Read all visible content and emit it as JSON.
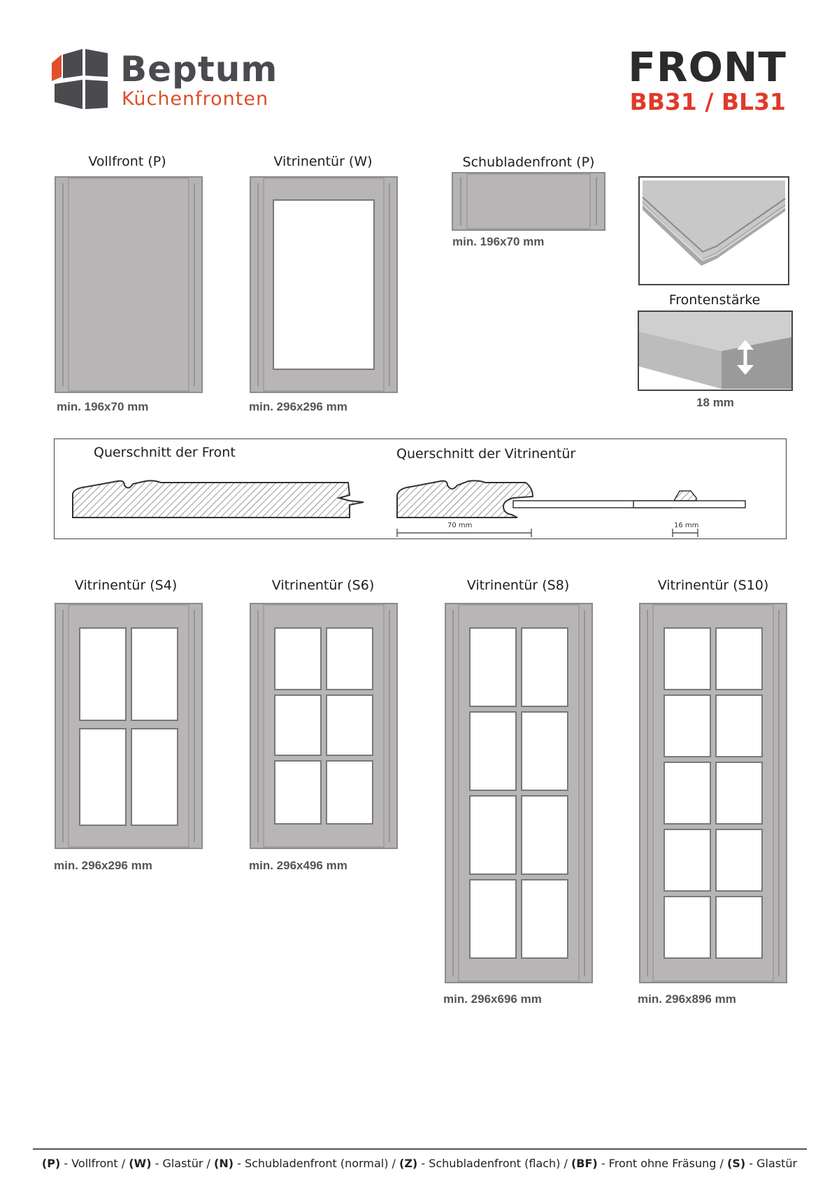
{
  "brand": {
    "name": "Beptum",
    "subtitle": "Küchenfronten"
  },
  "header": {
    "title": "FRONT",
    "model": "BB31 / BL31"
  },
  "fronts_top": [
    {
      "title": "Vollfront (P)",
      "dimension": "min. 196x70 mm"
    },
    {
      "title": "Vitrinentür (W)",
      "dimension": "min. 296x296 mm"
    },
    {
      "title": "Schubladenfront (P)",
      "dimension": "min. 196x70 mm"
    }
  ],
  "thickness": {
    "title": "Frontenstärke",
    "value": "18 mm"
  },
  "cross_sections": {
    "front_title": "Querschnitt der Front",
    "vitrine_title": "Querschnitt der Vitrinentür",
    "dim_70": "70 mm",
    "dim_16": "16 mm"
  },
  "fronts_bottom": [
    {
      "title": "Vitrinentür (S4)",
      "dimension": "min. 296x296 mm"
    },
    {
      "title": "Vitrinentür (S6)",
      "dimension": "min. 296x496 mm"
    },
    {
      "title": "Vitrinentür (S8)",
      "dimension": "min. 296x696 mm"
    },
    {
      "title": "Vitrinentür (S10)",
      "dimension": "min. 296x896 mm"
    }
  ],
  "legend": [
    {
      "code": "(P)",
      "text": " - Vollfront / "
    },
    {
      "code": "(W)",
      "text": " - Glastür / "
    },
    {
      "code": "(N)",
      "text": " - Schubladenfront (normal) / "
    },
    {
      "code": "(Z)",
      "text": " - Schubladenfront (flach) / "
    },
    {
      "code": "(BF)",
      "text": " - Front ohne Fräsung / "
    },
    {
      "code": "(S)",
      "text": " - Glastür"
    }
  ],
  "colors": {
    "panel": "#b5b3b3",
    "brand_text": "#4a4a4f",
    "accent_orange": "#d9502a",
    "model_red": "#e03a2a"
  }
}
